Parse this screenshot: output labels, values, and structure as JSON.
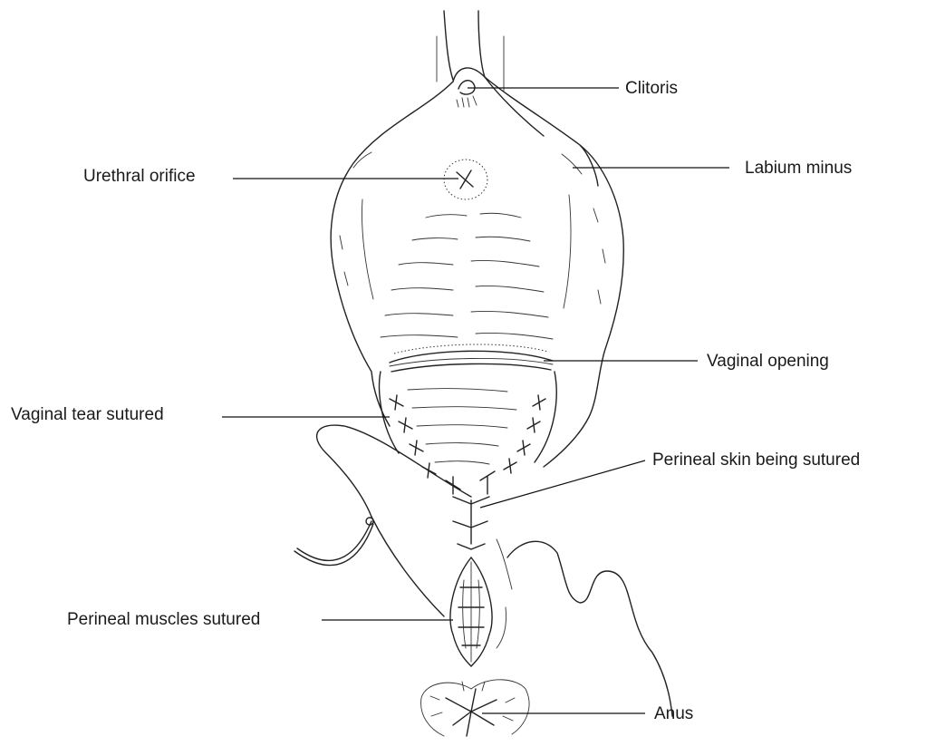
{
  "labels": {
    "clitoris": "Clitoris",
    "labium_minus": "Labium minus",
    "urethral_orifice": "Urethral orifice",
    "vaginal_opening": "Vaginal opening",
    "vaginal_tear_sutured": "Vaginal tear sutured",
    "perineal_skin_being_sutured": "Perineal skin being sutured",
    "perineal_muscles_sutured": "Perineal muscles sutured",
    "anus": "Anus"
  }
}
